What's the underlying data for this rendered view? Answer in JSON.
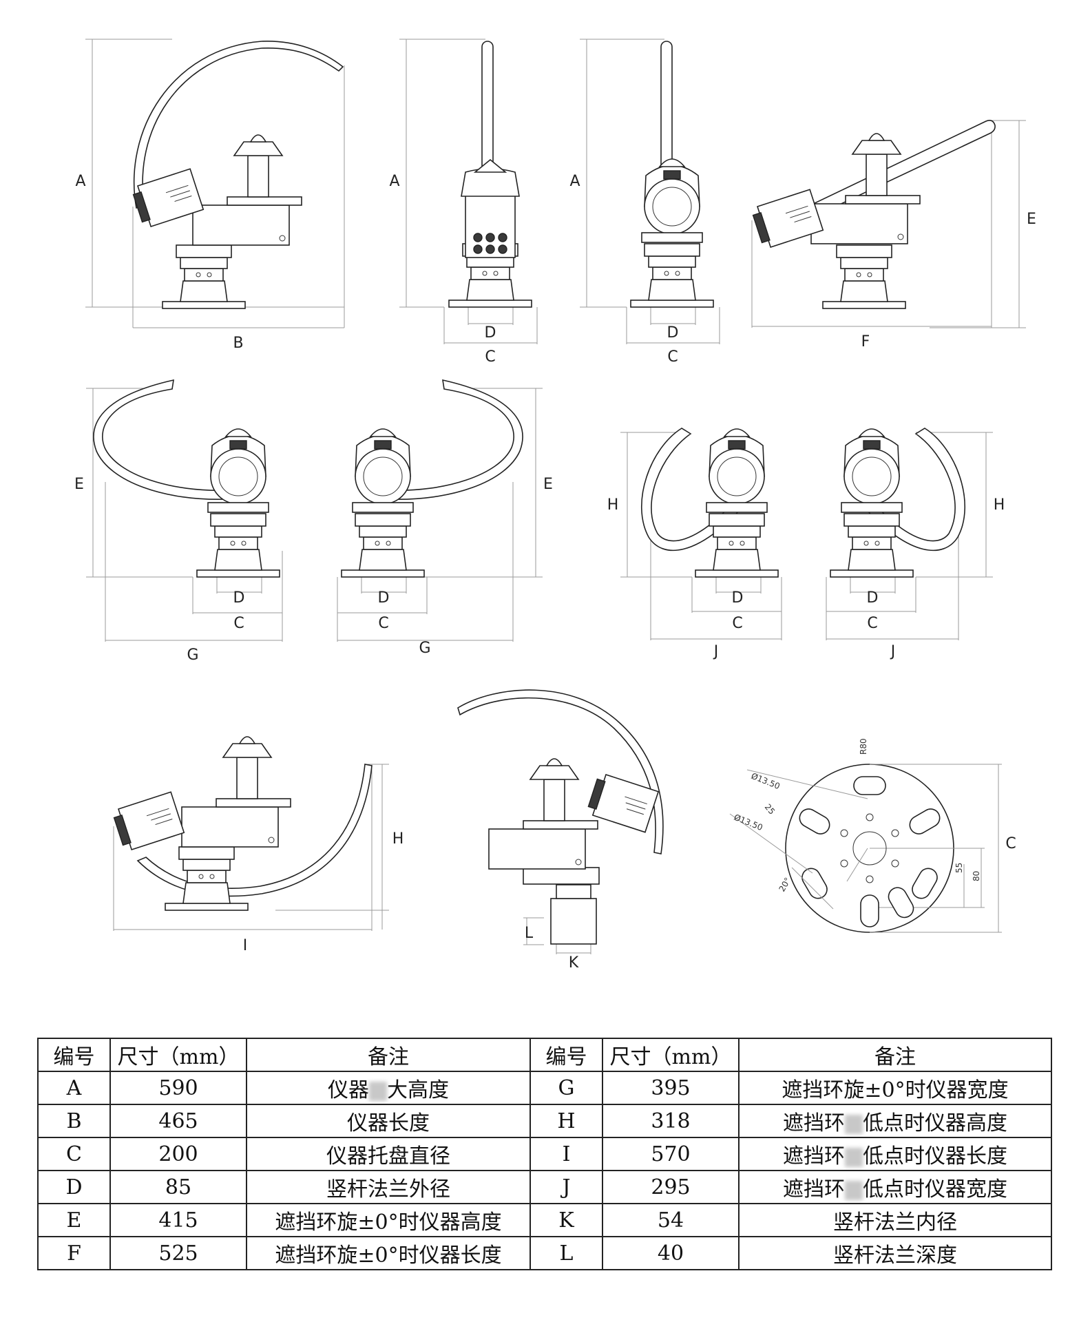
{
  "views": {
    "side_view_1": {
      "dim_height": "A",
      "dim_length": "B"
    },
    "front_view": {
      "dim_height": "A",
      "dim_inner": "D",
      "dim_outer": "C"
    },
    "back_view": {
      "dim_height": "A",
      "dim_inner": "D",
      "dim_outer": "C"
    },
    "side_view_2": {
      "dim_height": "E",
      "dim_length": "F"
    },
    "ring_front_left": {
      "dim_height": "E",
      "dim_inner": "D",
      "dim_outer": "C",
      "dim_width": "G"
    },
    "ring_front_right": {
      "dim_height": "E",
      "dim_inner": "D",
      "dim_outer": "C",
      "dim_width": "G"
    },
    "ring_low_left": {
      "dim_height": "H",
      "dim_inner": "D",
      "dim_outer": "C",
      "dim_width": "J"
    },
    "ring_low_right": {
      "dim_height": "H",
      "dim_inner": "D",
      "dim_outer": "C",
      "dim_width": "J"
    },
    "ring_low_side": {
      "dim_height": "H",
      "dim_length": "I"
    },
    "flange_detail": {
      "dim_depth": "L",
      "dim_inner": "K"
    },
    "tray_plate": {
      "dim_diameter": "C",
      "slot1": "Ø13.50",
      "slot2": "Ø13.50",
      "r80": "R80",
      "d25": "25",
      "d55": "55",
      "d80": "80",
      "angle": "20°"
    }
  },
  "table": {
    "headers": [
      "编号",
      "尺寸（mm）",
      "备注",
      "编号",
      "尺寸（mm）",
      "备注"
    ],
    "rows": [
      [
        {
          "id": "A",
          "size": "590",
          "note": "仪器",
          "note_tail": "大高度",
          "blur": true
        },
        {
          "id": "G",
          "size": "395",
          "note": "遮挡环旋±0°时仪器宽度"
        }
      ],
      [
        {
          "id": "B",
          "size": "465",
          "note": "仪器长度"
        },
        {
          "id": "H",
          "size": "318",
          "note": "遮挡环",
          "note_tail": "低点时仪器高度",
          "blur": true
        }
      ],
      [
        {
          "id": "C",
          "size": "200",
          "note": "仪器托盘直径"
        },
        {
          "id": "I",
          "size": "570",
          "note": "遮挡环",
          "note_tail": "低点时仪器长度",
          "blur": true
        }
      ],
      [
        {
          "id": "D",
          "size": "85",
          "note": "竖杆法兰外径"
        },
        {
          "id": "J",
          "size": "295",
          "note": "遮挡环",
          "note_tail": "低点时仪器宽度",
          "blur": true
        }
      ],
      [
        {
          "id": "E",
          "size": "415",
          "note": "遮挡环旋±0°时仪器高度"
        },
        {
          "id": "K",
          "size": "54",
          "note": "竖杆法兰内径"
        }
      ],
      [
        {
          "id": "F",
          "size": "525",
          "note": "遮挡环旋±0°时仪器长度"
        },
        {
          "id": "L",
          "size": "40",
          "note": "竖杆法兰深度"
        }
      ]
    ]
  }
}
